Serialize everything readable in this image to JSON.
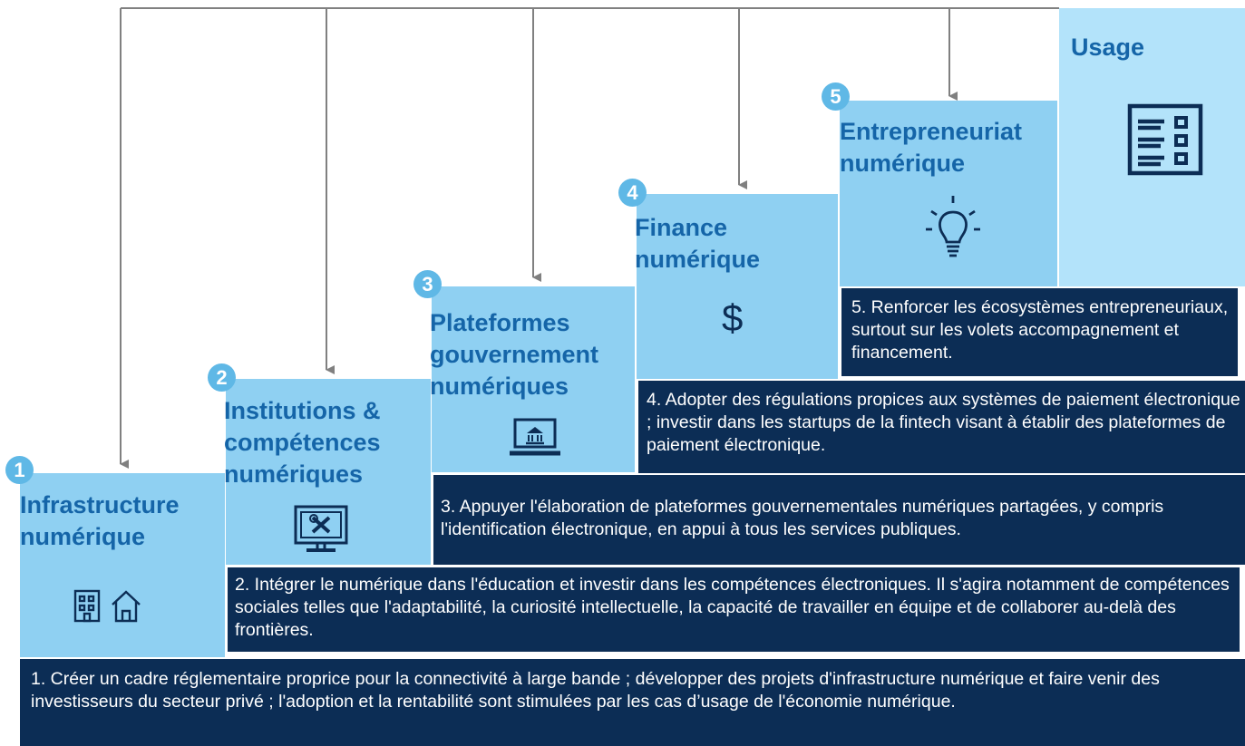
{
  "steps": [
    {
      "number": "1",
      "title_lines": [
        "Infrastructure",
        "numérique"
      ],
      "icon": "building-house-icon",
      "description": "1. Créer un cadre réglementaire proprice pour la connectivité à large bande ; développer des projets d'infrastructure numérique et faire venir des investisseurs du secteur privé ; l'adoption et la rentabilité sont stimulées par les cas d’usage de l'économie numérique."
    },
    {
      "number": "2",
      "title_lines": [
        "Institutions &",
        "compétences",
        "numériques"
      ],
      "icon": "monitor-tools-icon",
      "description": "2. Intégrer le numérique dans l'éducation et investir dans les compétences électroniques. Il s'agira notamment de compétences sociales telles que l'adaptabilité, la curiosité intellectuelle, la capacité de travailler en équipe et de collaborer au-delà des frontières."
    },
    {
      "number": "3",
      "title_lines": [
        "Plateformes",
        "gouvernement",
        "numériques"
      ],
      "icon": "laptop-government-icon",
      "description": "3. Appuyer l'élaboration de plateformes gouvernementales numériques partagées, y compris l'identification électronique, en appui à tous les services publiques."
    },
    {
      "number": "4",
      "title_lines": [
        "Finance",
        "numérique"
      ],
      "icon": "dollar-icon",
      "icon_text": "$",
      "description": "4. Adopter des régulations propices aux systèmes de paiement électronique ; investir dans les startups de la fintech visant à établir des plateformes de paiement électronique."
    },
    {
      "number": "5",
      "title_lines": [
        "Entrepreneuriat",
        "numérique"
      ],
      "icon": "lightbulb-icon",
      "description": "5. Renforcer les écosystèmes entrepreneuriaux, surtout sur les volets accompagnement et financement."
    }
  ],
  "usage": {
    "title": "Usage",
    "icon": "form-list-icon"
  },
  "colors": {
    "step_block": "#8fd0f2",
    "usage_block": "#b3e3fa",
    "title_text": "#1565a8",
    "number_circle": "#5fb8e6",
    "description_box": "#0c2d55",
    "connector": "#808080"
  }
}
